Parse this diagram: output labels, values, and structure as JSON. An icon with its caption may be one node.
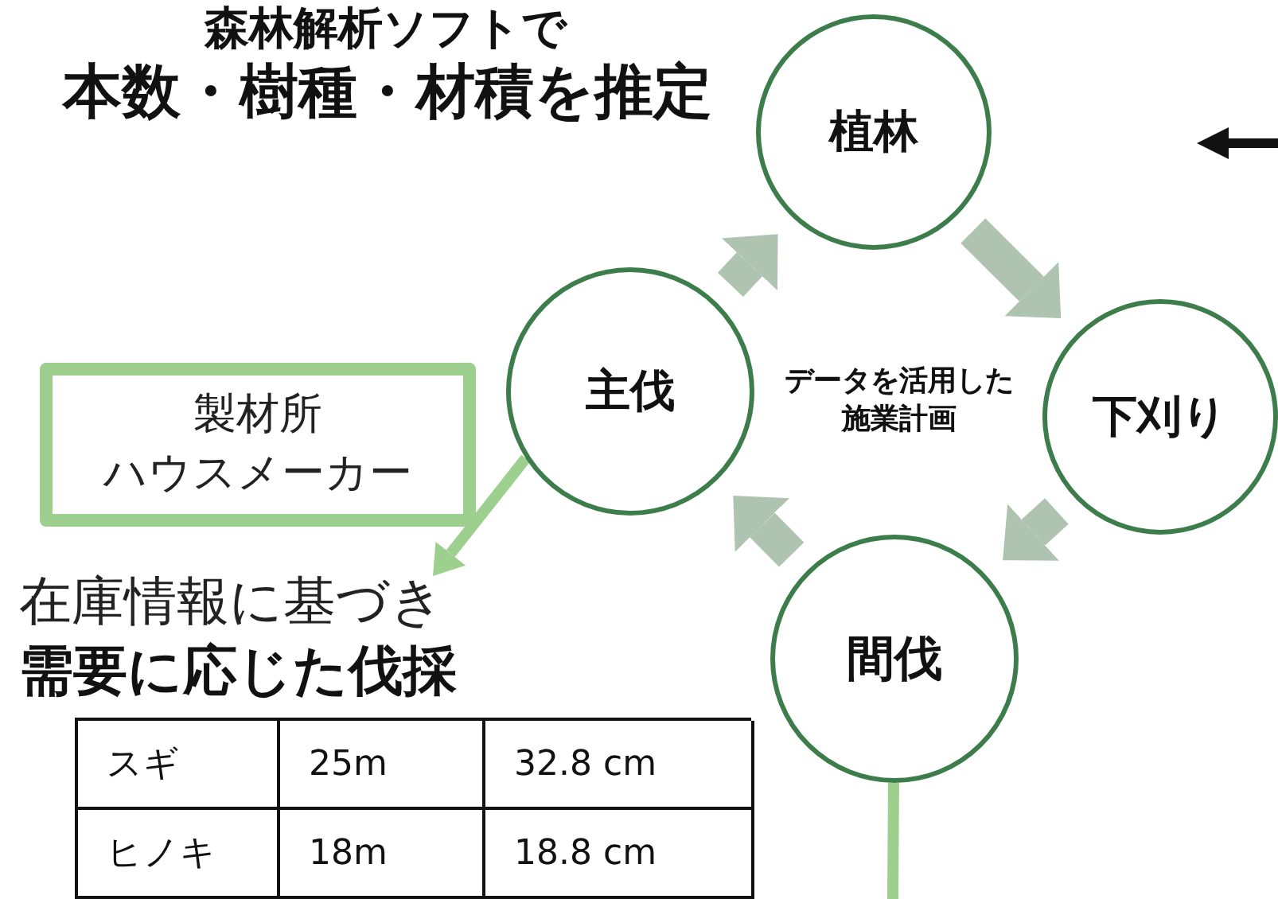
{
  "diagram": {
    "nodes": [
      {
        "text": [
          "植林"
        ]
      },
      {
        "text": [
          "下刈り"
        ]
      },
      {
        "text": [
          "間伐"
        ]
      },
      {
        "text": [
          "主伐"
        ]
      },
      {
        "text": [
          "データを活用した施業計画"
        ]
      },
      {
        "text": [
          "製材所",
          "ハウスメーカー"
        ]
      },
      {
        "text": [
          "在庫情報に基づき",
          "需要に応じた伐採"
        ]
      }
    ],
    "edges": [
      {
        "from": 0,
        "to": 1,
        "arrow": "to"
      },
      {
        "from": 1,
        "to": 2,
        "arrow": "to"
      },
      {
        "from": 2,
        "to": 3,
        "arrow": "to"
      },
      {
        "from": 3,
        "to": 0,
        "arrow": "to"
      },
      {
        "from": 3,
        "to": 6,
        "arrow": "to",
        "color": "#9dd08e"
      },
      {
        "from": 2,
        "to": null,
        "arrow": "none",
        "color": "#9dd08e"
      }
    ],
    "labels": [
      "森林解析ソフトで",
      "本数・樹種・材積を推定",
      "スギ",
      "25m",
      "32.8 cm",
      "ヒノキ",
      "18m",
      "18.8 cm"
    ]
  }
}
